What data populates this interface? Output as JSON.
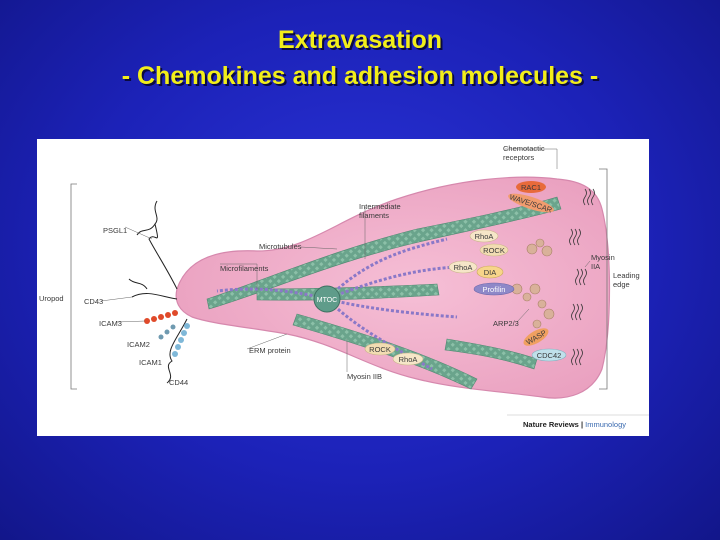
{
  "slide": {
    "title_line1": "Extravasation",
    "title_line2": "- Chemokines and adhesion molecules -"
  },
  "figure": {
    "labels": {
      "chemotactic": "Chemotactic",
      "receptors": "receptors",
      "psgl1": "PSGL1",
      "intermediate": "Intermediate",
      "filaments": "filaments",
      "microtubules": "Microtubules",
      "microfilaments": "Microfilaments",
      "uropod": "Uropod",
      "cd43": "CD43",
      "icam3": "ICAM3",
      "icam2": "ICAM2",
      "icam1": "ICAM1",
      "cd44": "CD44",
      "erm": "ERM protein",
      "myosin_iib": "Myosin IIB",
      "mtoc": "MTOC",
      "rac1": "RAC1",
      "wave_scar": "WAVE/SCAR",
      "rhoa_top": "RhoA",
      "rock_top": "ROCK",
      "rhoa_mid": "RhoA",
      "dia": "DIA",
      "profilin": "Profilin",
      "myosin": "Myosin",
      "iia": "IIA",
      "leading": "Leading",
      "edge": "edge",
      "arp23": "ARP2/3",
      "wasp": "WASP",
      "cdc42": "CDC42",
      "rock_bottom": "ROCK",
      "rhoa_bottom": "RhoA"
    },
    "credit": {
      "journal": "Nature Reviews",
      "separator": " | ",
      "section": "Immunology"
    }
  }
}
